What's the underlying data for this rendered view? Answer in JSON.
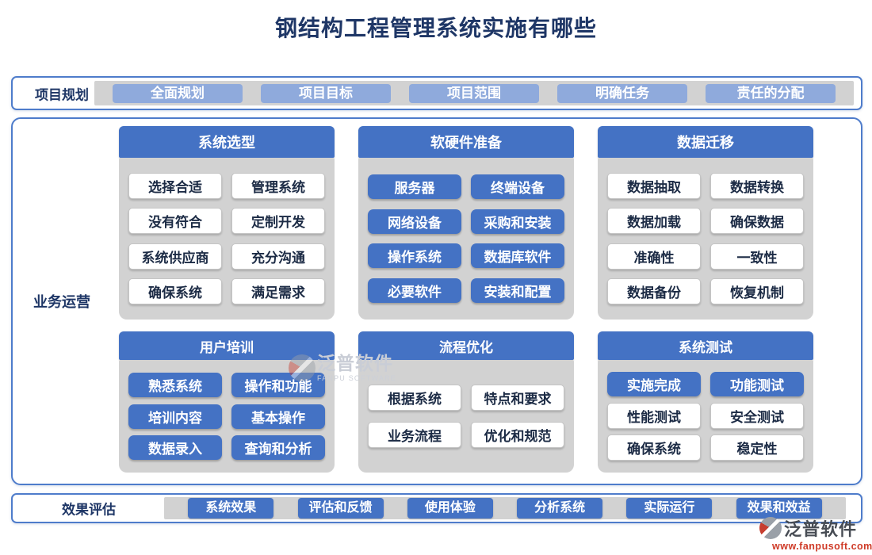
{
  "title": "钢结构工程管理系统实施有哪些",
  "planning": {
    "label": "项目规划",
    "buttons": [
      "全面规划",
      "项目目标",
      "项目范围",
      "明确任务",
      "责任的分配"
    ]
  },
  "operations": {
    "label": "业务运营",
    "cards": [
      {
        "key": "system-selection",
        "title": "系统选型",
        "items": [
          {
            "label": "选择合适",
            "variant": "white"
          },
          {
            "label": "管理系统",
            "variant": "white"
          },
          {
            "label": "没有符合",
            "variant": "white"
          },
          {
            "label": "定制开发",
            "variant": "white"
          },
          {
            "label": "系统供应商",
            "variant": "white"
          },
          {
            "label": "充分沟通",
            "variant": "white"
          },
          {
            "label": "确保系统",
            "variant": "white"
          },
          {
            "label": "满足需求",
            "variant": "white"
          }
        ]
      },
      {
        "key": "hardware-software-preparation",
        "title": "软硬件准备",
        "items": [
          {
            "label": "服务器",
            "variant": "blue"
          },
          {
            "label": "终端设备",
            "variant": "blue"
          },
          {
            "label": "网络设备",
            "variant": "blue"
          },
          {
            "label": "采购和安装",
            "variant": "blue"
          },
          {
            "label": "操作系统",
            "variant": "blue"
          },
          {
            "label": "数据库软件",
            "variant": "blue"
          },
          {
            "label": "必要软件",
            "variant": "blue"
          },
          {
            "label": "安装和配置",
            "variant": "blue"
          }
        ]
      },
      {
        "key": "data-migration",
        "title": "数据迁移",
        "items": [
          {
            "label": "数据抽取",
            "variant": "white"
          },
          {
            "label": "数据转换",
            "variant": "white"
          },
          {
            "label": "数据加载",
            "variant": "white"
          },
          {
            "label": "确保数据",
            "variant": "white"
          },
          {
            "label": "准确性",
            "variant": "white"
          },
          {
            "label": "一致性",
            "variant": "white"
          },
          {
            "label": "数据备份",
            "variant": "white"
          },
          {
            "label": "恢复机制",
            "variant": "white"
          }
        ]
      },
      {
        "key": "user-training",
        "title": "用户培训",
        "items": [
          {
            "label": "熟悉系统",
            "variant": "blue"
          },
          {
            "label": "操作和功能",
            "variant": "blue"
          },
          {
            "label": "培训内容",
            "variant": "blue"
          },
          {
            "label": "基本操作",
            "variant": "blue"
          },
          {
            "label": "数据录入",
            "variant": "blue"
          },
          {
            "label": "查询和分析",
            "variant": "blue"
          }
        ]
      },
      {
        "key": "process-optimization",
        "title": "流程优化",
        "items": [
          {
            "label": "根据系统",
            "variant": "white"
          },
          {
            "label": "特点和要求",
            "variant": "white"
          },
          {
            "label": "业务流程",
            "variant": "white"
          },
          {
            "label": "优化和规范",
            "variant": "white"
          }
        ]
      },
      {
        "key": "system-testing",
        "title": "系统测试",
        "items": [
          {
            "label": "实施完成",
            "variant": "blue"
          },
          {
            "label": "功能测试",
            "variant": "blue"
          },
          {
            "label": "性能测试",
            "variant": "white"
          },
          {
            "label": "安全测试",
            "variant": "white"
          },
          {
            "label": "确保系统",
            "variant": "white"
          },
          {
            "label": "稳定性",
            "variant": "white"
          }
        ]
      }
    ]
  },
  "evaluation": {
    "label": "效果评估",
    "buttons": [
      "系统效果",
      "评估和反馈",
      "使用体验",
      "分析系统",
      "实际运行",
      "效果和效益"
    ]
  },
  "watermark": {
    "name": "泛普软件",
    "sub": "FANPU SOFTWARE"
  },
  "brand": {
    "name": "泛普软件",
    "url": "www.fanpusoft.com"
  },
  "icons": {
    "logo": "fanpu-logo-icon"
  },
  "colors": {
    "primary_blue": "#4472C4",
    "light_blue": "#8FAADC",
    "panel_gray": "#D2D2D2",
    "navy_text": "#1E3666",
    "border_blue": "#4E7CCB",
    "brand_red": "#CF3B28",
    "watermark_gray": "#C9CDD6"
  }
}
